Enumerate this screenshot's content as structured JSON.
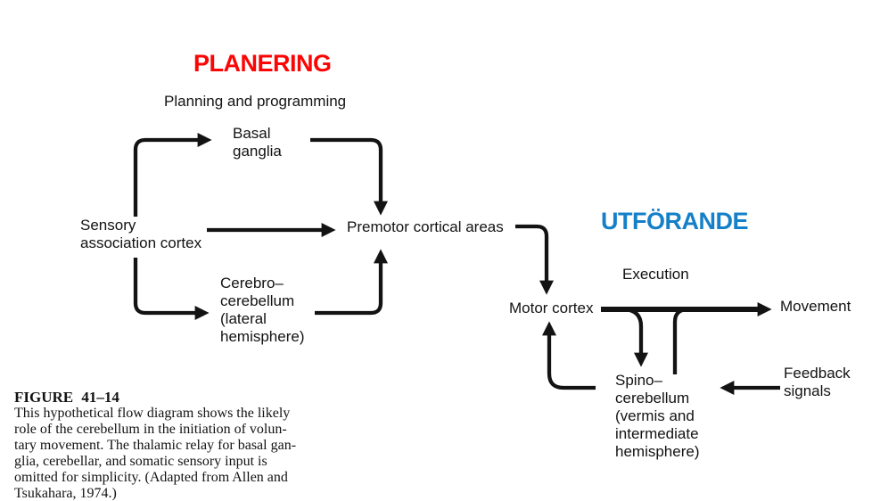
{
  "headings": {
    "planning": "PLANERING",
    "execution": "UTFÖRANDE"
  },
  "colors": {
    "planning_heading": "#fb0505",
    "execution_heading": "#1580c8",
    "ink": "#131313",
    "background": "#ffffff"
  },
  "diagram": {
    "planning_subtitle": "Planning and programming",
    "execution_subtitle": "Execution",
    "nodes": {
      "basal_ganglia": "Basal\nganglia",
      "sensory_association_cortex": "Sensory\nassociation cortex",
      "premotor_cortical_areas": "Premotor cortical areas",
      "cerebrocerebellum": "Cerebro–\ncerebellum\n(lateral\nhemisphere)",
      "motor_cortex": "Motor cortex",
      "movement": "Movement",
      "spinocerebellum": "Spino–\ncerebellum\n(vermis and\nintermediate\nhemisphere)",
      "feedback_signals": "Feedback\nsignals"
    },
    "connections": [
      {
        "from": "sensory_association_cortex",
        "to": "basal_ganglia"
      },
      {
        "from": "sensory_association_cortex",
        "to": "premotor_cortical_areas"
      },
      {
        "from": "sensory_association_cortex",
        "to": "cerebrocerebellum"
      },
      {
        "from": "basal_ganglia",
        "to": "premotor_cortical_areas"
      },
      {
        "from": "cerebrocerebellum",
        "to": "premotor_cortical_areas"
      },
      {
        "from": "premotor_cortical_areas",
        "to": "motor_cortex"
      },
      {
        "from": "motor_cortex",
        "to": "movement"
      },
      {
        "from": "motor_cortex",
        "to": "spinocerebellum"
      },
      {
        "from": "spinocerebellum",
        "to": "movement"
      },
      {
        "from": "spinocerebellum",
        "to": "motor_cortex"
      },
      {
        "from": "feedback_signals",
        "to": "spinocerebellum"
      }
    ]
  },
  "caption": {
    "figure_label": "FIGURE 41–14",
    "body": "This hypothetical flow diagram shows the likely\nrole of the cerebellum in the initiation of volun-\ntary movement. The thalamic relay for basal gan-\nglia, cerebellar, and somatic sensory input is\nomitted for simplicity. (Adapted from Allen and\nTsukahara, 1974.)"
  }
}
